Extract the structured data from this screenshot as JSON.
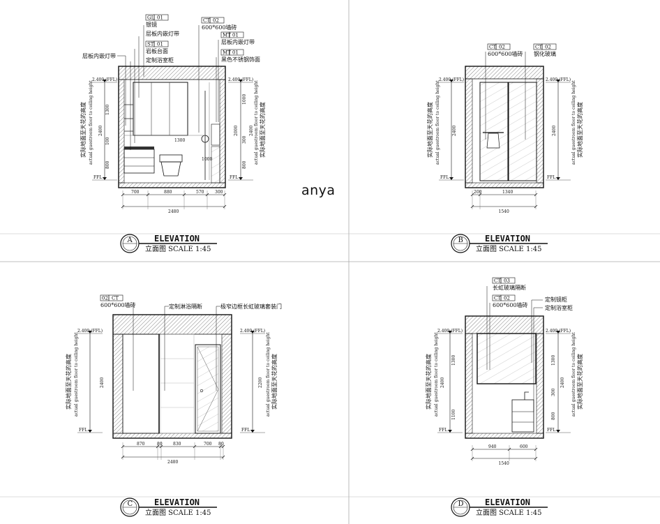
{
  "watermark": "anya",
  "panels": [
    {
      "id": "A",
      "title": "ELEVATION",
      "subtitle": "立面图  SCALE 1:45",
      "callouts": [
        {
          "tag": "GL",
          "code": "01",
          "text": "银镜"
        },
        {
          "tag": "",
          "code": "",
          "text": "层板内嵌灯带"
        },
        {
          "tag": "ST",
          "code": "01",
          "text": "岩板台面"
        },
        {
          "tag": "",
          "code": "",
          "text": "定制浴室柜"
        },
        {
          "tag": "",
          "code": "",
          "text": "层板内嵌灯带"
        },
        {
          "tag": "CT",
          "code": "02",
          "text": "600*600墙砖"
        },
        {
          "tag": "MT",
          "code": "01",
          "text": "层板内嵌灯带"
        },
        {
          "tag": "MT",
          "code": "01",
          "text": "黑色不锈钢饰面"
        }
      ],
      "level_top": "2.400 (FFL)",
      "level_bottom": "FFL",
      "side_text_cn": "实际地面至天花的高度",
      "side_text_en": "actual guestroom floor to ceiling height",
      "dims_left": [
        "1300",
        "100",
        "800",
        "2400"
      ],
      "dims_right": [
        "1000",
        "300",
        "800",
        "2400",
        "2000"
      ],
      "dims_bottom": [
        "700",
        "880",
        "570",
        "300"
      ],
      "dim_total": "2480",
      "inner_labels": [
        "1300",
        "1000"
      ]
    },
    {
      "id": "B",
      "title": "ELEVATION",
      "subtitle": "立面图  SCALE 1:45",
      "callouts": [
        {
          "tag": "CT",
          "code": "02",
          "text": "600*600墙砖"
        },
        {
          "tag": "CT",
          "code": "02",
          "text": "钢化玻璃"
        }
      ],
      "level_top": "2.400 (FFL)",
      "level_bottom": "FFL",
      "side_text_cn": "实际地面至天花的高度",
      "side_text_en": "actual guestroom floor to ceiling height",
      "dims_left": [
        "2400"
      ],
      "dims_right": [
        "2400"
      ],
      "dims_bottom": [
        "200",
        "1340"
      ],
      "dim_total": "1540"
    },
    {
      "id": "C",
      "title": "ELEVATION",
      "subtitle": "立面图  SCALE 1:45",
      "callouts": [
        {
          "tag": "02",
          "code": "CT",
          "text": "600*600墙砖"
        },
        {
          "tag": "",
          "code": "",
          "text": "定制淋浴隔断"
        },
        {
          "tag": "",
          "code": "",
          "text": "极窄边框长虹玻璃套装门"
        }
      ],
      "level_top": "2.400 (FFL)",
      "level_bottom": "FFL",
      "side_text_cn": "实际地面至天花的高度",
      "side_text_en": "actual guestroom floor to ceiling height",
      "dims_left": [
        "2400"
      ],
      "dims_right": [
        "2200"
      ],
      "dims_bottom": [
        "870",
        "80",
        "830",
        "700",
        "80"
      ],
      "dim_total": "2480"
    },
    {
      "id": "D",
      "title": "ELEVATION",
      "subtitle": "立面图  SCALE 1:45",
      "callouts": [
        {
          "tag": "CT",
          "code": "03",
          "text": "长虹玻璃隔断"
        },
        {
          "tag": "CT",
          "code": "02",
          "text": "600*600墙砖"
        },
        {
          "tag": "",
          "code": "",
          "text": "定制镜柜"
        },
        {
          "tag": "",
          "code": "",
          "text": "定制浴室柜"
        }
      ],
      "level_top": "2.400 (FFL)",
      "level_bottom": "FFL",
      "side_text_cn": "实际地面至天花的高度",
      "side_text_en": "actual guestroom floor to ceiling height",
      "dims_left": [
        "1300",
        "1100",
        "2400"
      ],
      "dims_right": [
        "1300",
        "300",
        "800",
        "2400"
      ],
      "dims_bottom": [
        "940",
        "600"
      ],
      "dim_total": "1540"
    }
  ]
}
